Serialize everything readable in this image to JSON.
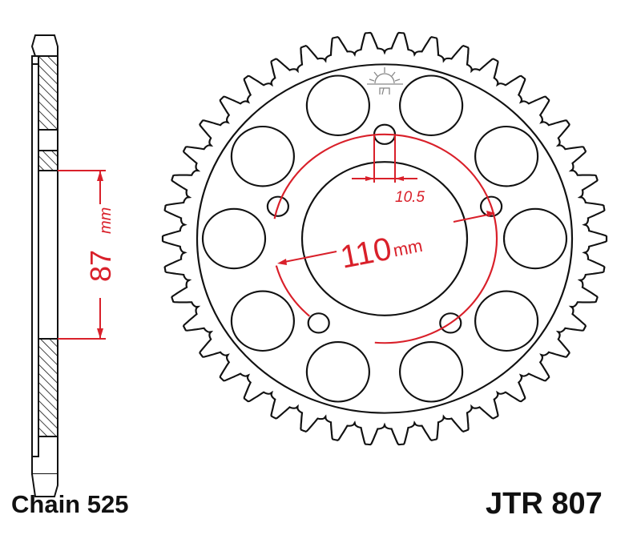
{
  "drawing": {
    "chain_label": "Chain 525",
    "part_number": "JTR 807",
    "pitch_circle_value": "110",
    "pitch_circle_unit": "mm",
    "bolt_hole_value": "10.5",
    "center_bore_value": "87",
    "center_bore_unit": "mm",
    "dimension_color": "#d9202a",
    "outline_color": "#111111",
    "logo_icon": "jt-sun-logo"
  }
}
